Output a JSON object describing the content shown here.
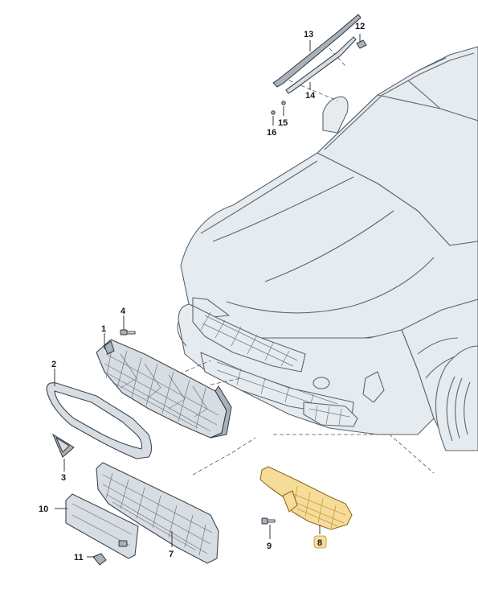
{
  "callouts": {
    "c1": "1",
    "c2": "2",
    "c3": "3",
    "c4": "4",
    "c7": "7",
    "c8": "8",
    "c9": "9",
    "c10": "10",
    "c11": "11",
    "c12": "12",
    "c13": "13",
    "c14": "14",
    "c15": "15",
    "c16": "16"
  },
  "colors": {
    "highlight": "#f6dc98",
    "car_body": "#e6ebf0",
    "part": "#d7dde3",
    "outline": "#3e464e"
  }
}
